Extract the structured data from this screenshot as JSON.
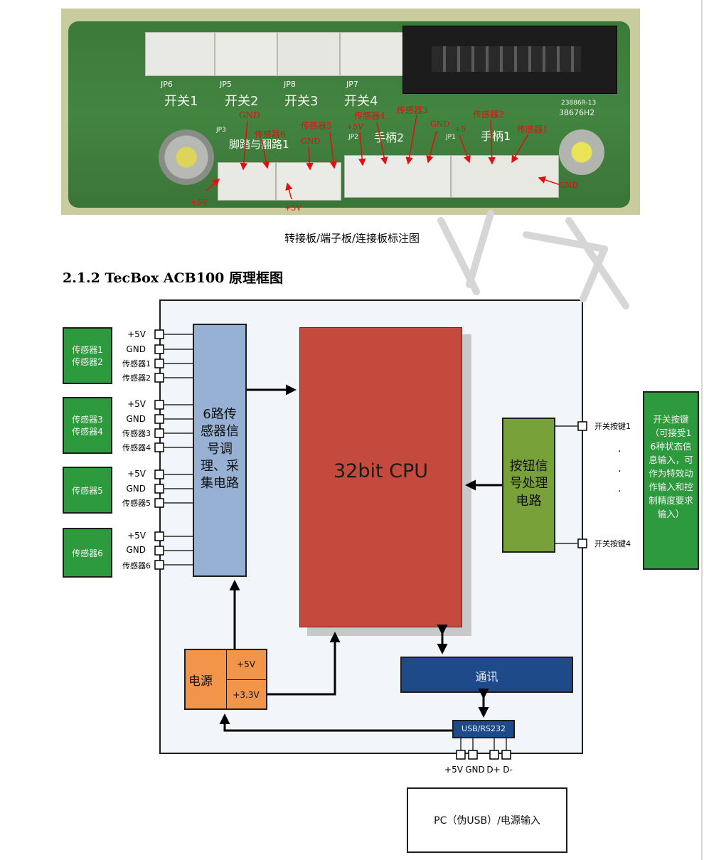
{
  "photo": {
    "caption": "转接板/端子板/连接板标注图",
    "silkscreen": {
      "jp6": "JP6",
      "jp5": "JP5",
      "jp8": "JP8",
      "jp7": "JP7",
      "sw1": "开关1",
      "sw2": "开关2",
      "sw3": "开关3",
      "sw4": "开关4",
      "jp3": "JP3",
      "jp3_text": "脚踏与翻路1",
      "jp2": "JP2",
      "jp2_text": "手柄2",
      "jp1": "JP1",
      "jp1_text": "手柄1",
      "part1": "23886R-13",
      "part2": "38676H2"
    },
    "annotations": {
      "gnd_a": "GND",
      "sensor6": "传感器6",
      "sensor5": "传感器5",
      "gnd_b": "GND",
      "sensor4": "传感器4",
      "plus5_a": "+5V",
      "sensor3": "传感器3",
      "gnd_c": "GND",
      "plus5_b": "+5",
      "sensor2": "传感器2",
      "sensor1": "传感器1",
      "gnd_d": "GND",
      "plus5v_left": "+5V",
      "plus5v_mid": "+5V"
    }
  },
  "section": {
    "heading": "2.1.2 TecBox ACB100 原理框图"
  },
  "diagram": {
    "sensor_boxes": [
      {
        "line1": "传感器1",
        "line2": "传感器2"
      },
      {
        "line1": "传感器3",
        "line2": "传感器4"
      },
      {
        "line1": "传感器5"
      },
      {
        "line1": "传感器6"
      }
    ],
    "pin_groups": [
      [
        "+5V",
        "GND",
        "传感器1",
        "传感器2"
      ],
      [
        "+5V",
        "GND",
        "传感器3",
        "传感器4"
      ],
      [
        "+5V",
        "GND",
        "传感器5"
      ],
      [
        "+5V",
        "GND",
        "传感器6"
      ]
    ],
    "sensor_circuit": "6路传感器信号调理、采集电路",
    "cpu": "32bit CPU",
    "button_circuit": "按钮信号处理电路",
    "switch_pins": {
      "first": "开关按键1",
      "last": "开关按键4",
      "dots": "·"
    },
    "switch_note": "开关按键（可接受16种状态信息输入，可作为特效动作输入和控制精度要求输入）",
    "power": {
      "label": "电源",
      "v5": "+5V",
      "v33": "+3.3V"
    },
    "comm": "通讯",
    "usb": "USB/RS232",
    "usb_pins": [
      "+5V",
      "GND",
      "D+",
      "D-"
    ],
    "pc": "PC（伪USB）/电源输入"
  },
  "colors": {
    "pcb": "#3f7a3c",
    "red_annot": "#e01010",
    "sensor_box": "#2e9a3e",
    "sensor_circuit": "#96b1d3",
    "cpu": "#c44a3e",
    "button_circuit": "#79a13a",
    "power": "#f0954a",
    "comm": "#1f4a8a",
    "frame_bg": "#f2f6fb"
  }
}
